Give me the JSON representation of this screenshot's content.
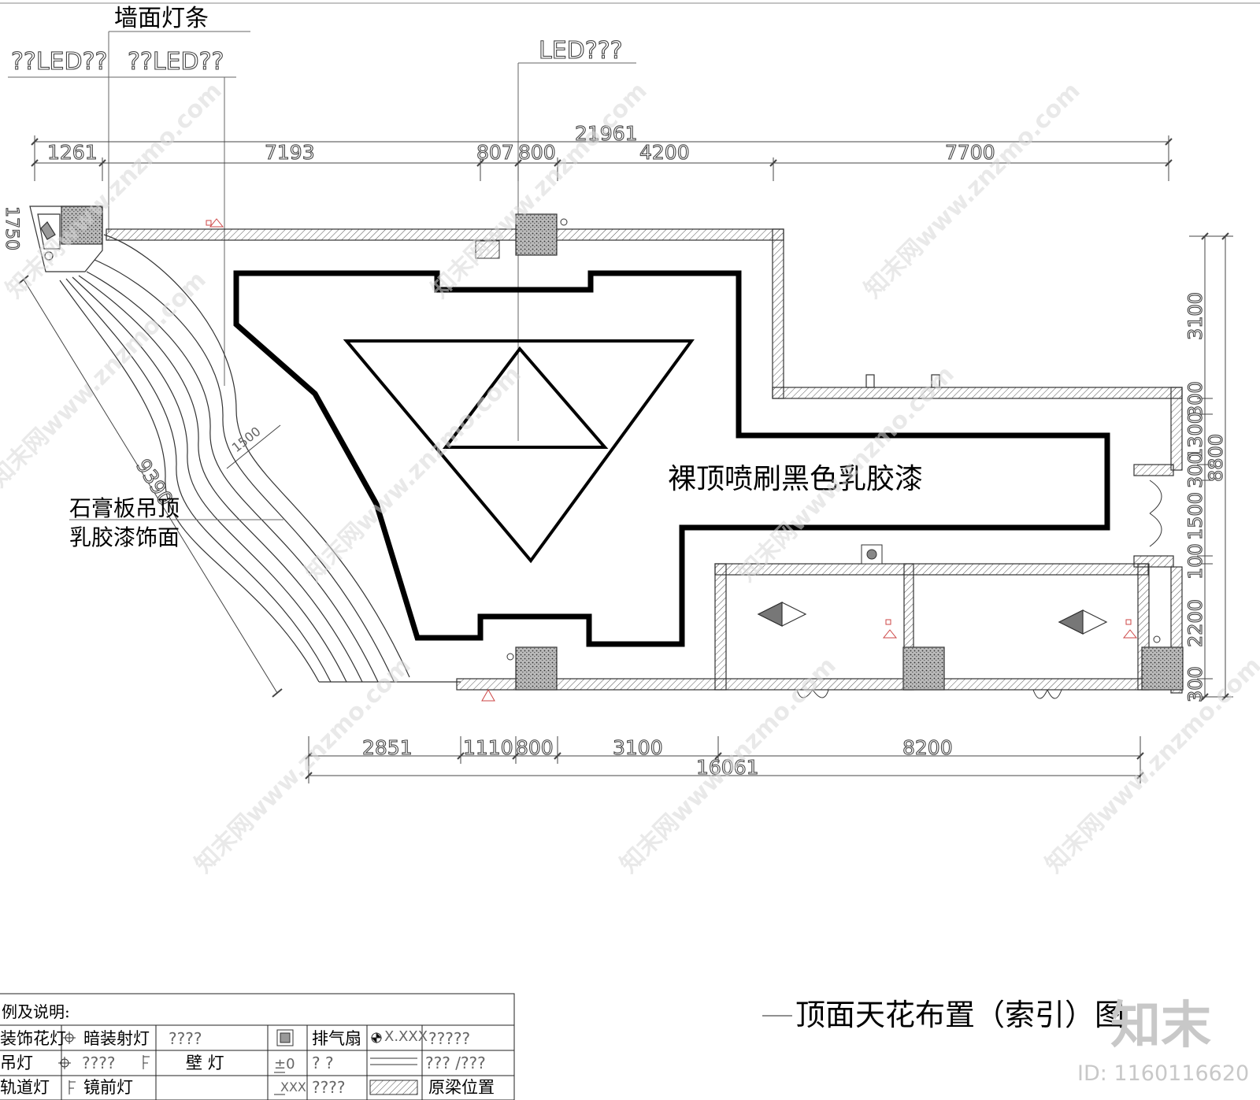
{
  "drawing": {
    "title": "顶面天花布置（索引）图",
    "main_label": "裸顶喷刷黑色乳胶漆",
    "wall_strip_label": "墙面灯条",
    "led_label_left_1": "??LED??",
    "led_label_left_2": "??LED??",
    "led_label_top": "LED???",
    "gypsum_label_line1": "石膏板吊顶",
    "gypsum_label_line2": "乳胶漆饰面",
    "arc_width_label": "1500",
    "diagonal_label": "9390",
    "side_label_fragment": "1750"
  },
  "dimensions": {
    "top_total": "21961",
    "top_segments": [
      "1261",
      "7193",
      "807",
      "800",
      "4200",
      "7700"
    ],
    "bottom_total": "16061",
    "bottom_segments": [
      "2851",
      "1110",
      "800",
      "3100",
      "8200"
    ],
    "right_total": "8800",
    "right_segments": [
      "3100",
      "300",
      "1300",
      "300",
      "1500",
      "100",
      "2200",
      "300"
    ]
  },
  "legend": {
    "header": "例及说明:",
    "rows": [
      [
        "装饰花灯",
        "暗装射灯",
        "????",
        "排气扇",
        "X.XXX",
        "?????"
      ],
      [
        "吊灯",
        "????",
        "壁 灯",
        "±0",
        "?    ?",
        "??? /???"
      ],
      [
        "轨道灯",
        "镜前灯",
        "",
        "XXX",
        "????",
        "原梁位置"
      ]
    ]
  },
  "watermark": {
    "site_text": "知末网www.znzmo.com",
    "logo_text": "知末",
    "id_text": "ID: 1160116620"
  }
}
